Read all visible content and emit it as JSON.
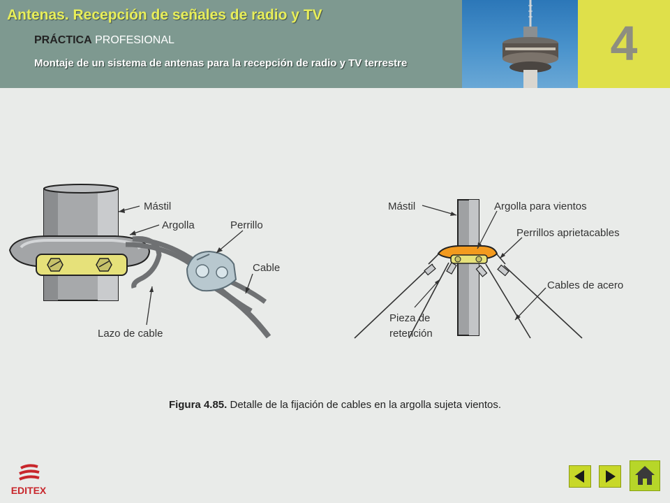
{
  "header": {
    "title": "Antenas. Recepción de señales de radio y TV",
    "subtitle_strong": "PRÁCTICA",
    "subtitle_rest": " PROFESIONAL",
    "description": "Montaje de un sistema de antenas para la recepción de radio y TV terrestre",
    "chapter_number": "4"
  },
  "figure": {
    "left": {
      "labels": {
        "mastil": "Mástil",
        "argolla": "Argolla",
        "perrillo": "Perrillo",
        "cable": "Cable",
        "lazo": "Lazo de cable"
      }
    },
    "right": {
      "labels": {
        "mastil": "Mástil",
        "argolla": "Argolla para vientos",
        "perrillos": "Perrillos aprietacables",
        "cables": "Cables de acero",
        "pieza_1": "Pieza de",
        "pieza_2": "retención"
      }
    }
  },
  "caption": {
    "bold": "Figura 4.85.",
    "text": " Detalle de la fijación de cables en la argolla sujeta vientos."
  },
  "logo": {
    "text": "EDITEX"
  },
  "nav": {
    "prev_icon": "left-arrow-icon",
    "next_icon": "right-arrow-icon",
    "home_icon": "home-icon"
  },
  "colors": {
    "header_bg": "#7e9990",
    "title": "#e8ee5a",
    "badge_bg": "#dfe04a",
    "nav_green": "#c8d829"
  }
}
